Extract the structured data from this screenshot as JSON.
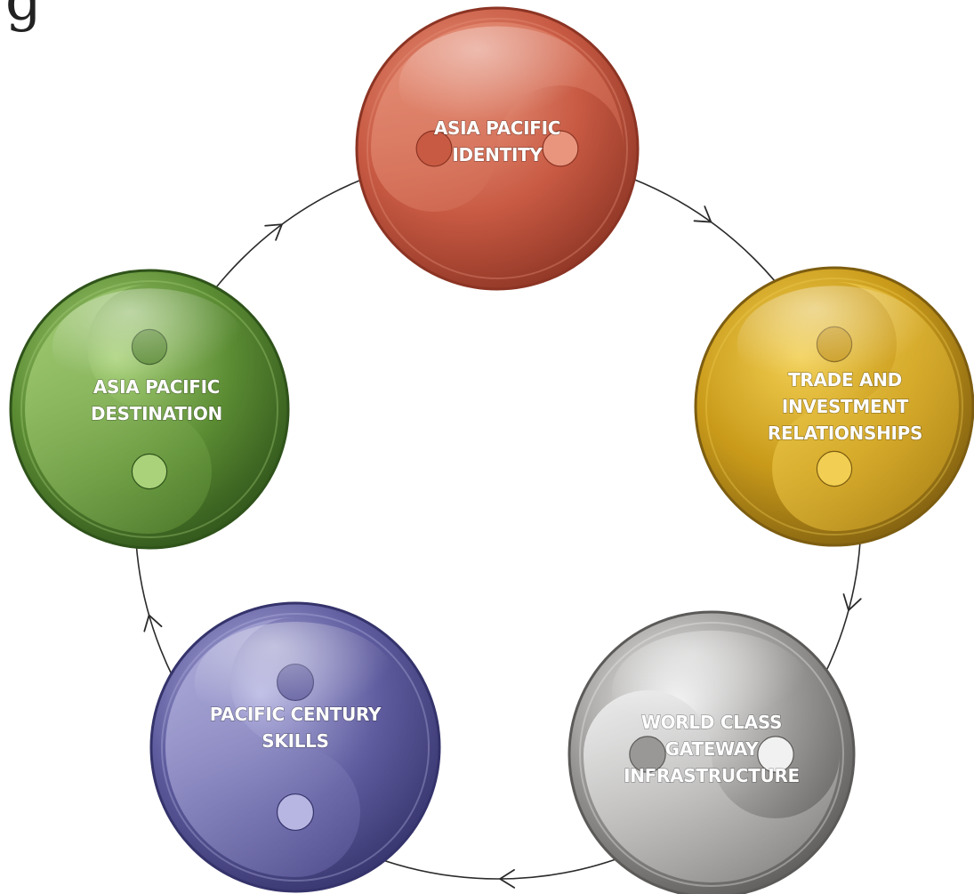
{
  "corner_glyph": "g",
  "nodes": [
    {
      "id": "identity",
      "lines": [
        "ASIA PACIFIC",
        "IDENTITY"
      ],
      "colors": {
        "light": "#e9957d",
        "base": "#c85a43",
        "dark": "#8c3424"
      }
    },
    {
      "id": "trade",
      "lines": [
        "TRADE AND",
        "INVESTMENT",
        "RELATIONSHIPS"
      ],
      "colors": {
        "light": "#f2cf52",
        "base": "#c99a1a",
        "dark": "#7d5d10"
      }
    },
    {
      "id": "infrastructure",
      "lines": [
        "WORLD CLASS",
        "GATEWAY",
        "INFRASTRUCTURE"
      ],
      "colors": {
        "light": "#f1f1f1",
        "base": "#9a9896",
        "dark": "#5c5a58"
      }
    },
    {
      "id": "skills",
      "lines": [
        "PACIFIC CENTURY",
        "SKILLS"
      ],
      "colors": {
        "light": "#b7b6e2",
        "base": "#5f5c9f",
        "dark": "#35336b"
      }
    },
    {
      "id": "destination",
      "lines": [
        "ASIA PACIFIC",
        "DESTINATION"
      ],
      "colors": {
        "light": "#a9d27a",
        "base": "#5b8c33",
        "dark": "#2f531a"
      }
    }
  ],
  "arrows": [
    {
      "from": "identity",
      "to": "trade"
    },
    {
      "from": "trade",
      "to": "infrastructure"
    },
    {
      "from": "infrastructure",
      "to": "skills"
    },
    {
      "from": "skills",
      "to": "destination"
    },
    {
      "from": "destination",
      "to": "identity"
    }
  ]
}
